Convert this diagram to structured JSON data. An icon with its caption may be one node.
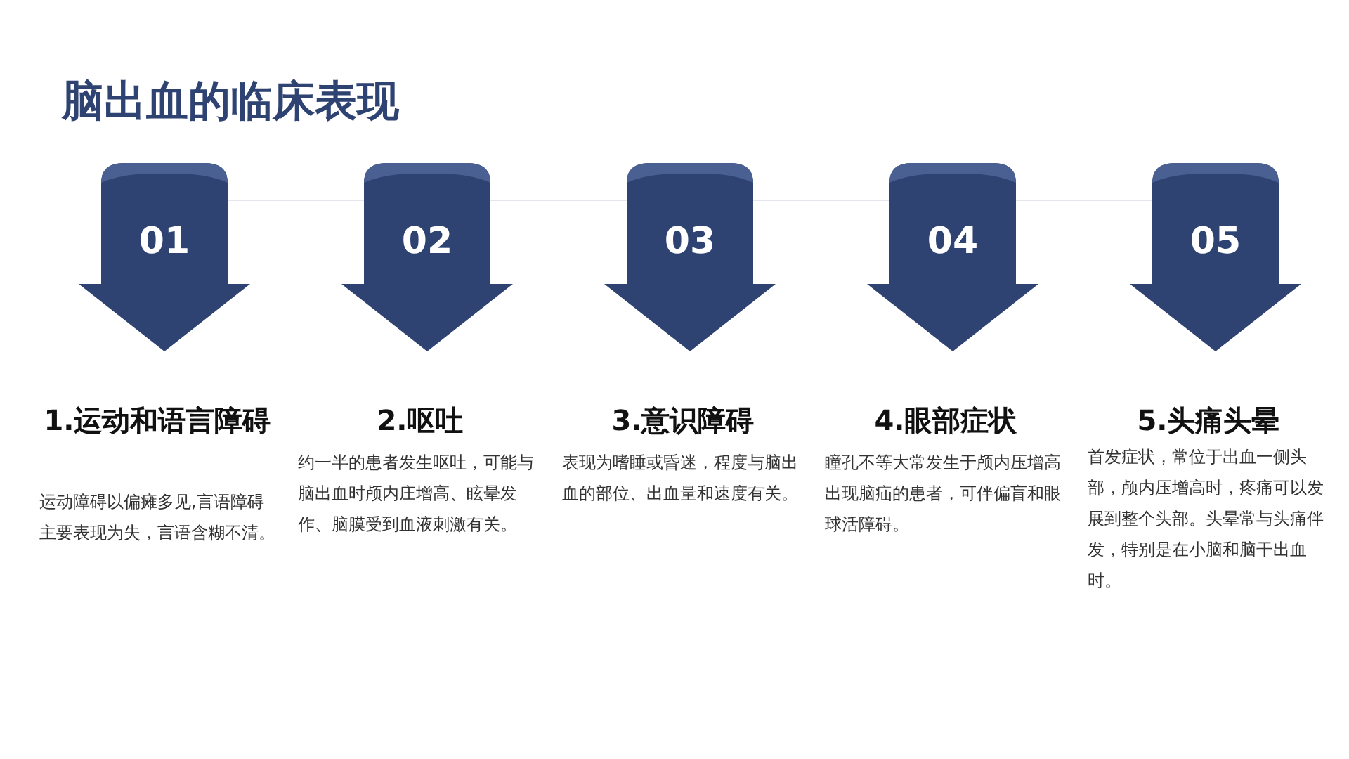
{
  "diagram": {
    "title": "脑出血的临床表现",
    "nodes": [
      {
        "text": [
          "01"
        ],
        "beside": [
          "1.运动和语言障碍",
          "运动障碍以偏瘫多见,言语障碍主要表现为失，言语含糊不清。"
        ]
      },
      {
        "text": [
          "02"
        ],
        "beside": [
          "2.呕吐",
          "约一半的患者发生呕吐，可能与脑出血时颅内庄增高、眩晕发作、脑膜受到血液刺激有关。"
        ]
      },
      {
        "text": [
          "03"
        ],
        "beside": [
          "3.意识障碍",
          "表现为嗜睡或昏迷，程度与脑出血的部位、出血量和速度有关。"
        ]
      },
      {
        "text": [
          "04"
        ],
        "beside": [
          "4.眼部症状",
          "瞳孔不等大常发生于颅内压增高出现脑疝的患者，可伴偏盲和眼球活障碍。"
        ]
      },
      {
        "text": [
          "05"
        ],
        "beside": [
          "5.头痛头晕",
          "首发症状，常位于出血一侧头部，颅内压增高时，疼痛可以发展到整个头部。头晕常与头痛伴发，特别是在小脑和脑干出血时。"
        ]
      }
    ]
  }
}
